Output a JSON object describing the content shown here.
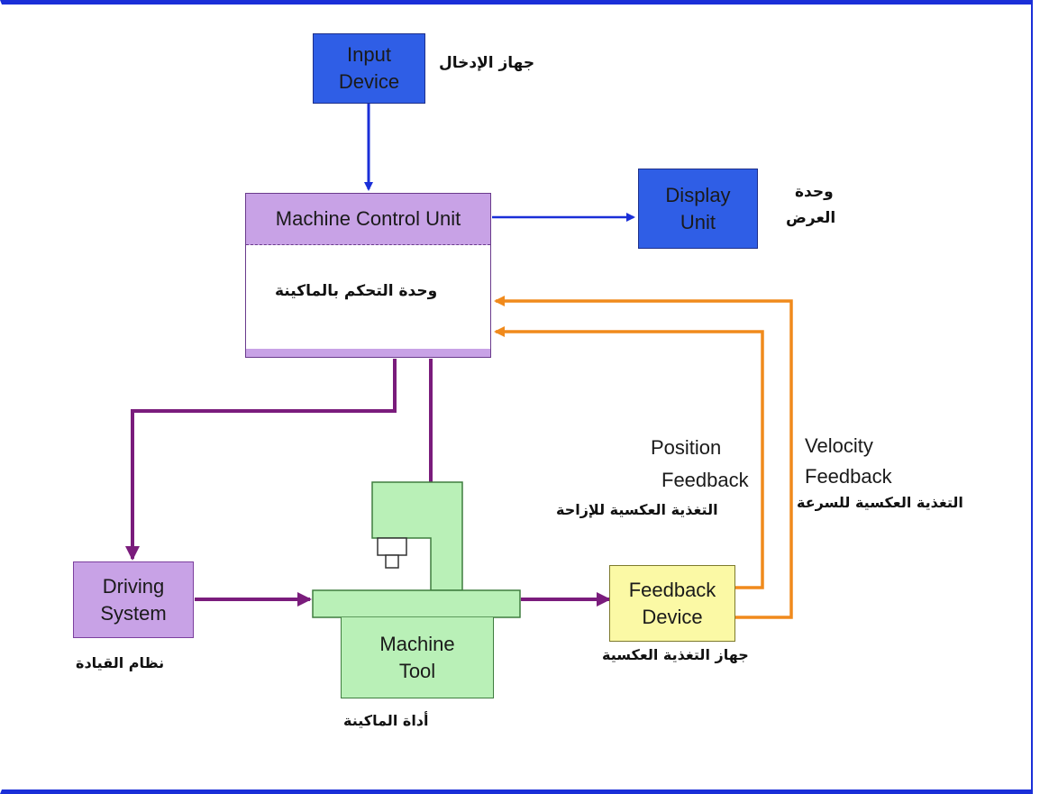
{
  "diagram": {
    "input_device": {
      "label": "Input\nDevice",
      "arabic": "جهاز الإدخال"
    },
    "mcu": {
      "label": "Machine Control Unit",
      "arabic": "وحدة التحكم بالماكينة"
    },
    "display_unit": {
      "label": "Display\nUnit",
      "arabic_line1": "وحدة",
      "arabic_line2": "العرض"
    },
    "driving_system": {
      "label": "Driving\nSystem",
      "arabic": "نظام القيادة"
    },
    "machine_tool": {
      "label": "Machine\nTool",
      "arabic": "أداة الماكينة"
    },
    "feedback_device": {
      "label": "Feedback\nDevice",
      "arabic": "جهاز التغذية العكسية"
    },
    "position_feedback": {
      "line1": "Position",
      "line2": "Feedback",
      "arabic": "التغذية العكسية للإزاحة"
    },
    "velocity_feedback": {
      "line1": "Velocity",
      "line2": "Feedback",
      "arabic": "التغذية العكسية للسرعة"
    }
  },
  "colors": {
    "frame": "#1a2fd8",
    "blue_box": "#2f5ee6",
    "purple_box": "#c8a2e6",
    "green_box": "#b9f0b7",
    "yellow_box": "#fbf9a5",
    "blue_arrow": "#1a2fd8",
    "purple_arrow": "#7a1c7c",
    "orange_arrow": "#f08a1c"
  }
}
